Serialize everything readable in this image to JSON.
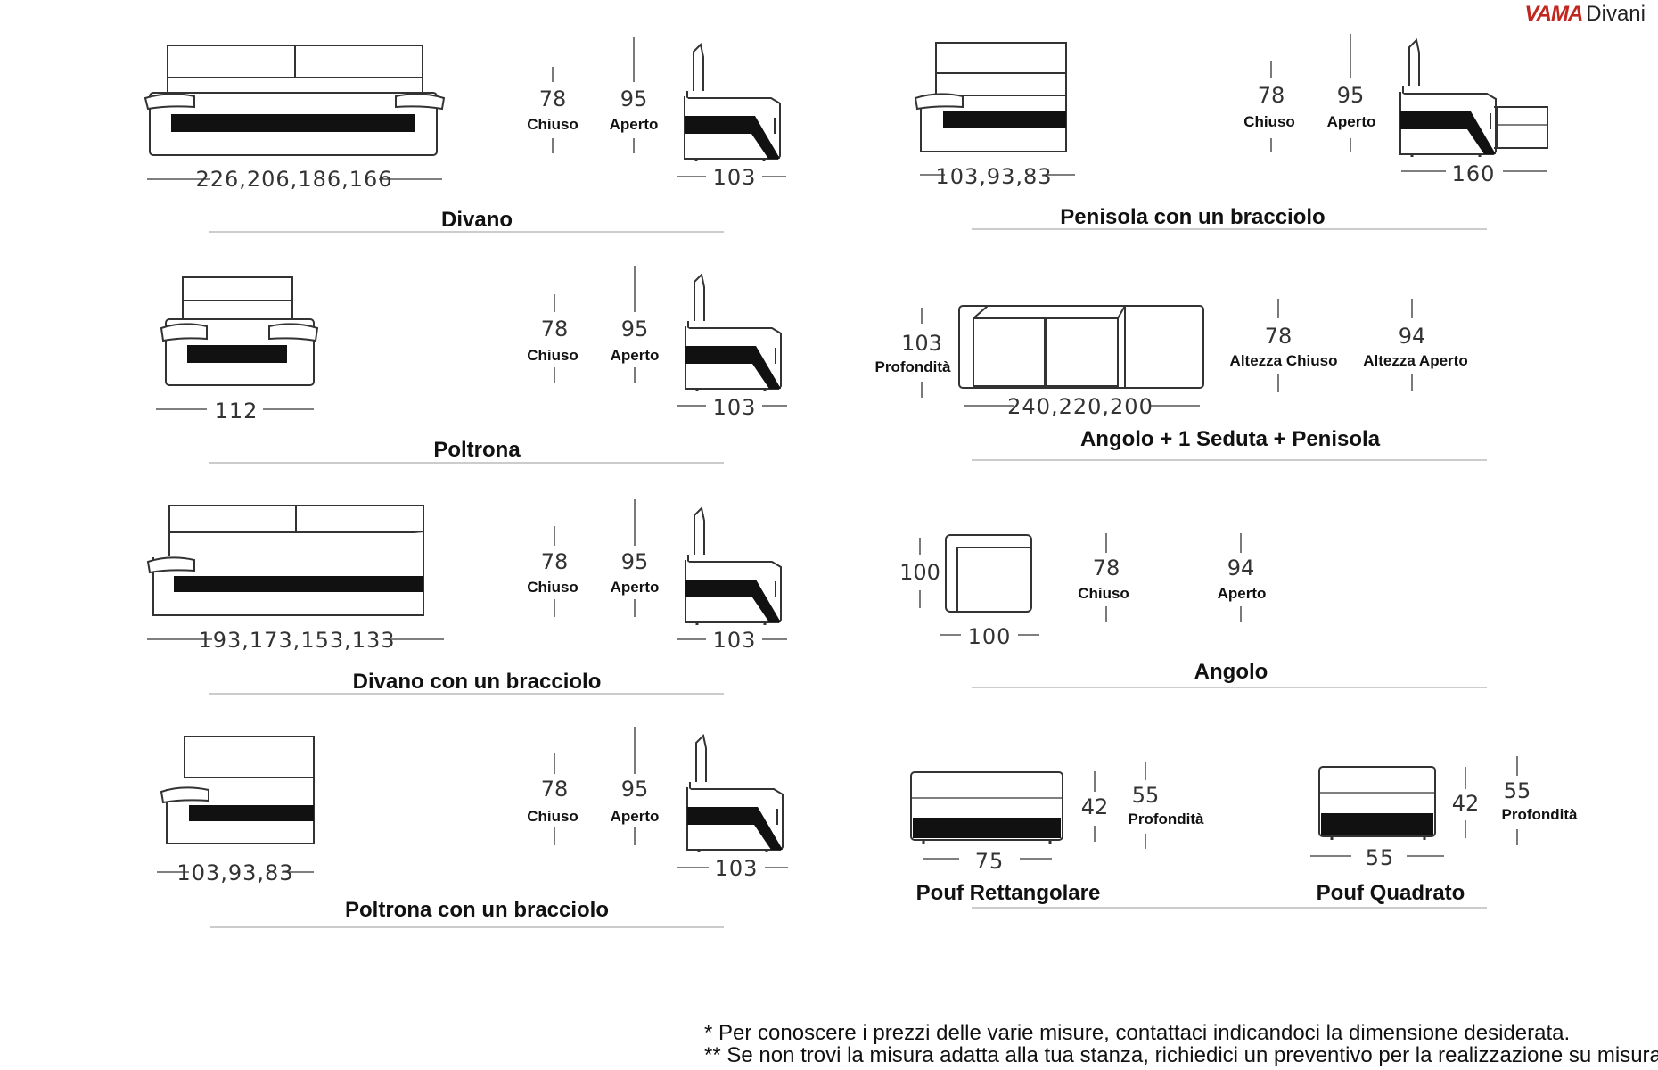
{
  "brand": {
    "logo": "VAMA",
    "name": "Divani"
  },
  "sections": {
    "divano": {
      "title": "Divano",
      "width": "226,206,186,166",
      "depth": "103",
      "closed_value": "78",
      "closed_label": "Chiuso",
      "open_value": "95",
      "open_label": "Aperto"
    },
    "penisola": {
      "title": "Penisola con un bracciolo",
      "width": "103,93,83",
      "depth": "160",
      "closed_value": "78",
      "closed_label": "Chiuso",
      "open_value": "95",
      "open_label": "Aperto"
    },
    "poltrona": {
      "title": "Poltrona",
      "width": "112",
      "depth": "103",
      "closed_value": "78",
      "closed_label": "Chiuso",
      "open_value": "95",
      "open_label": "Aperto"
    },
    "angolo_seduta": {
      "title": "Angolo + 1 Seduta + Penisola",
      "width": "240,220,200",
      "depth_value": "103",
      "depth_label": "Profondità",
      "closed_value": "78",
      "closed_label": "Altezza Chiuso",
      "open_value": "94",
      "open_label": "Altezza Aperto"
    },
    "divano_bracciolo": {
      "title": "Divano con un bracciolo",
      "width": "193,173,153,133",
      "depth": "103",
      "closed_value": "78",
      "closed_label": "Chiuso",
      "open_value": "95",
      "open_label": "Aperto"
    },
    "angolo": {
      "title": "Angolo",
      "width": "100",
      "height": "100",
      "closed_value": "78",
      "closed_label": "Chiuso",
      "open_value": "94",
      "open_label": "Aperto"
    },
    "poltrona_bracciolo": {
      "title": "Poltrona con un bracciolo",
      "width": "103,93,83",
      "depth": "103",
      "closed_value": "78",
      "closed_label": "Chiuso",
      "open_value": "95",
      "open_label": "Aperto"
    },
    "pouf_rett": {
      "title": "Pouf Rettangolare",
      "width": "75",
      "height": "42",
      "depth_value": "55",
      "depth_label": "Profondità"
    },
    "pouf_quad": {
      "title": "Pouf Quadrato",
      "width": "55",
      "height": "42",
      "depth_value": "55",
      "depth_label": "Profondità"
    }
  },
  "footnotes": [
    "* Per conoscere i prezzi delle varie misure, contattaci indicandoci la dimensione desiderata.",
    "** Se non trovi la misura adatta alla tua stanza, richiedici un preventivo per la realizzazione su misura."
  ]
}
